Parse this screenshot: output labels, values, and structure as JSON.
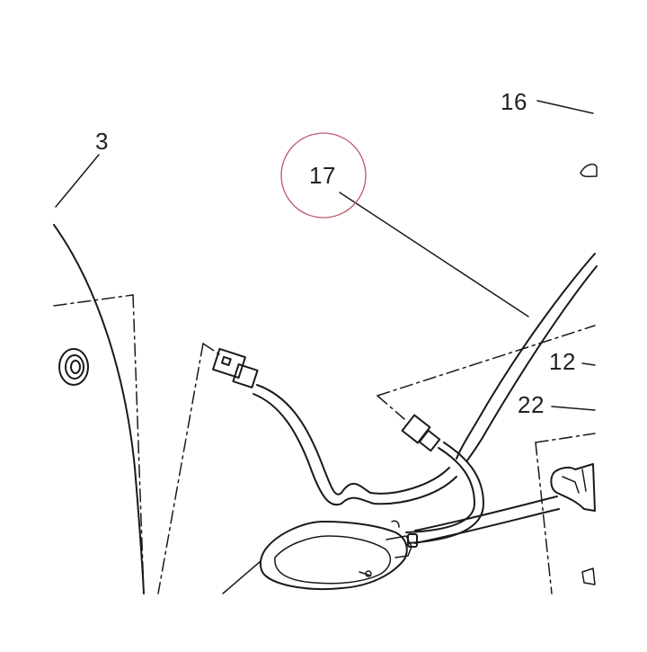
{
  "labels": {
    "part_3": "3",
    "part_12": "12",
    "part_16": "16",
    "part_17": "17",
    "part_22": "22"
  },
  "colors": {
    "line": "#1a1a1a",
    "highlight_circle": "#c0566a"
  },
  "icons": {
    "highlight": "circle",
    "connector": "plug-connector"
  }
}
